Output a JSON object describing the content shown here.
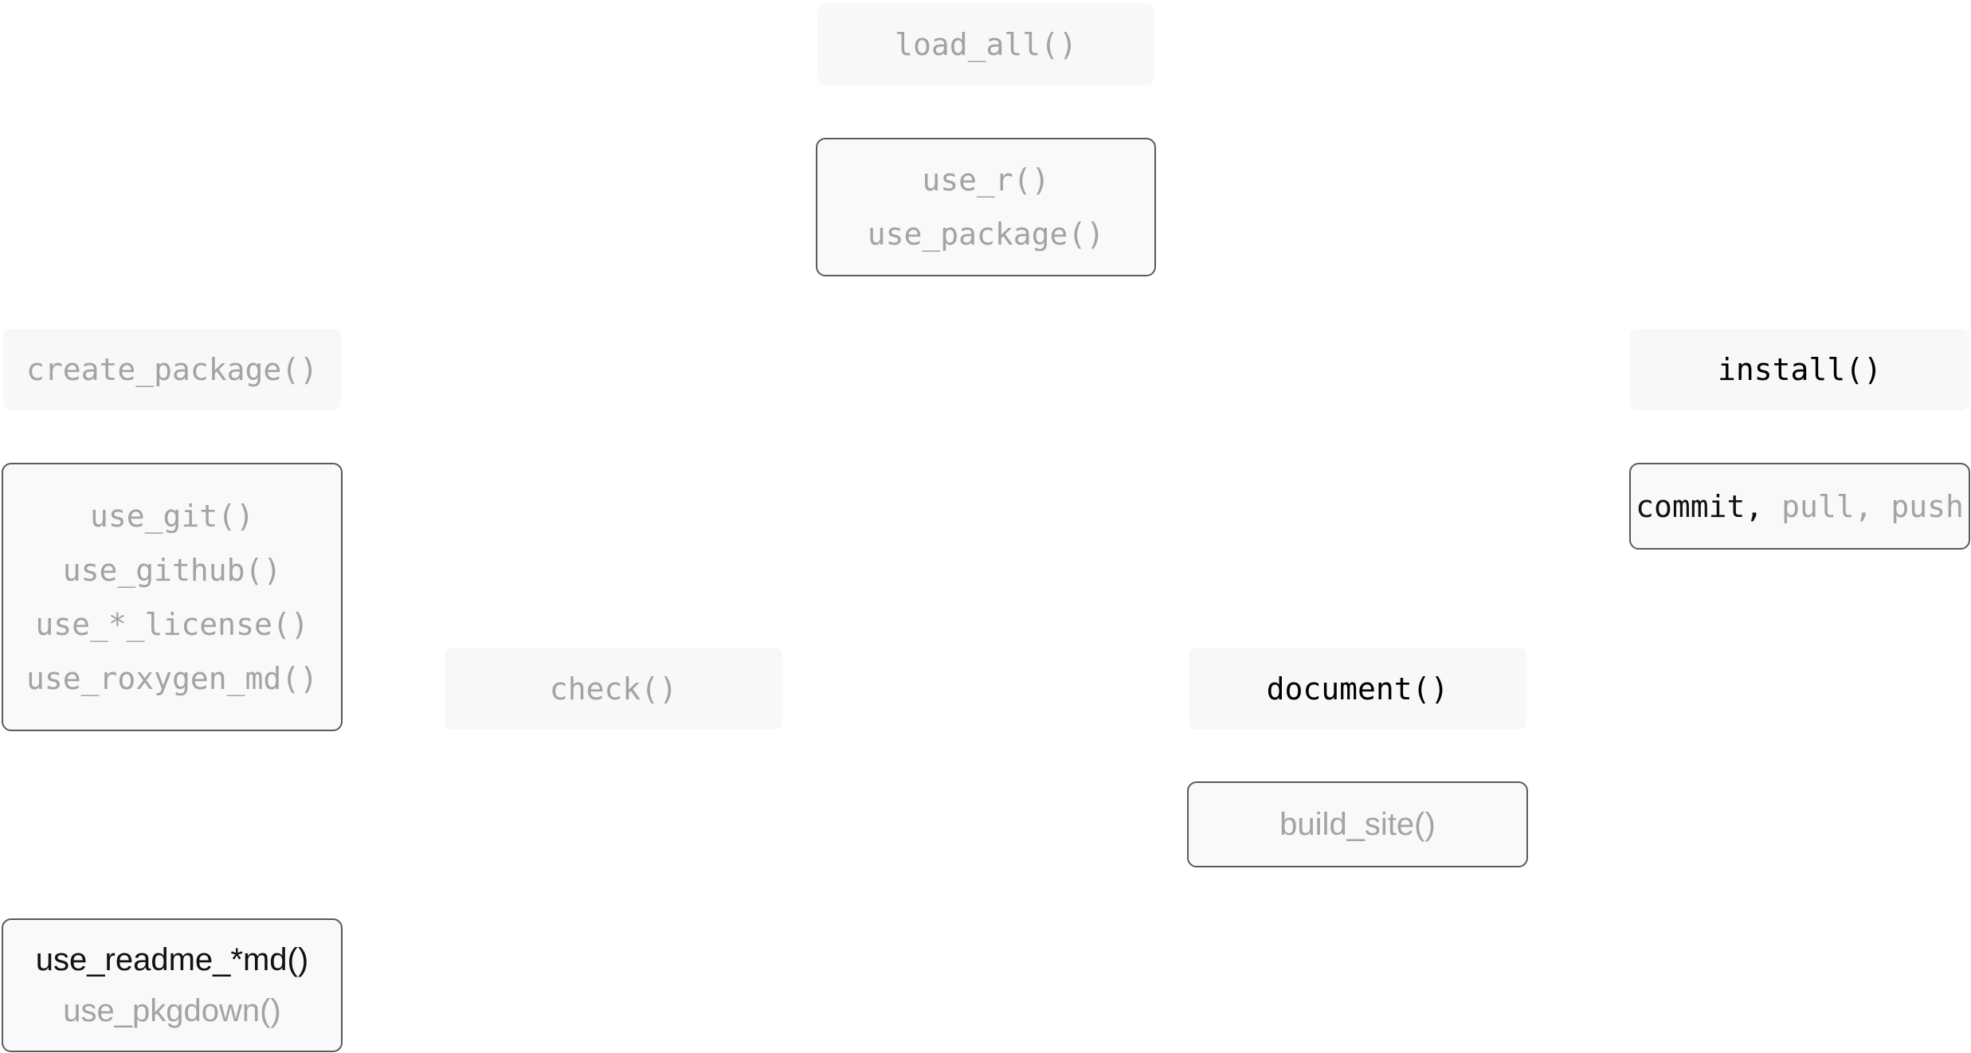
{
  "nodes": {
    "load_all": {
      "label": "load_all()"
    },
    "use_r_group": {
      "items": [
        "use_r()",
        "use_package()"
      ]
    },
    "create_package": {
      "label": "create_package()"
    },
    "install": {
      "label": "install()"
    },
    "setup_group": {
      "items": [
        "use_git()",
        "use_github()",
        "use_*_license()",
        "use_roxygen_md()"
      ]
    },
    "git_ops": {
      "commit": "commit,",
      "pull": "pull,",
      "push": "push"
    },
    "check": {
      "label": "check()"
    },
    "document": {
      "label": "document()"
    },
    "build_site": {
      "label": "build_site()"
    },
    "readme_group": {
      "primary": "use_readme_*md()",
      "secondary": "use_pkgdown()"
    }
  },
  "colors": {
    "muted_text": "#a3a3a3",
    "active_text": "#000000",
    "box_fill": "#f9f9f9",
    "box_border": "#5a5a5a"
  }
}
